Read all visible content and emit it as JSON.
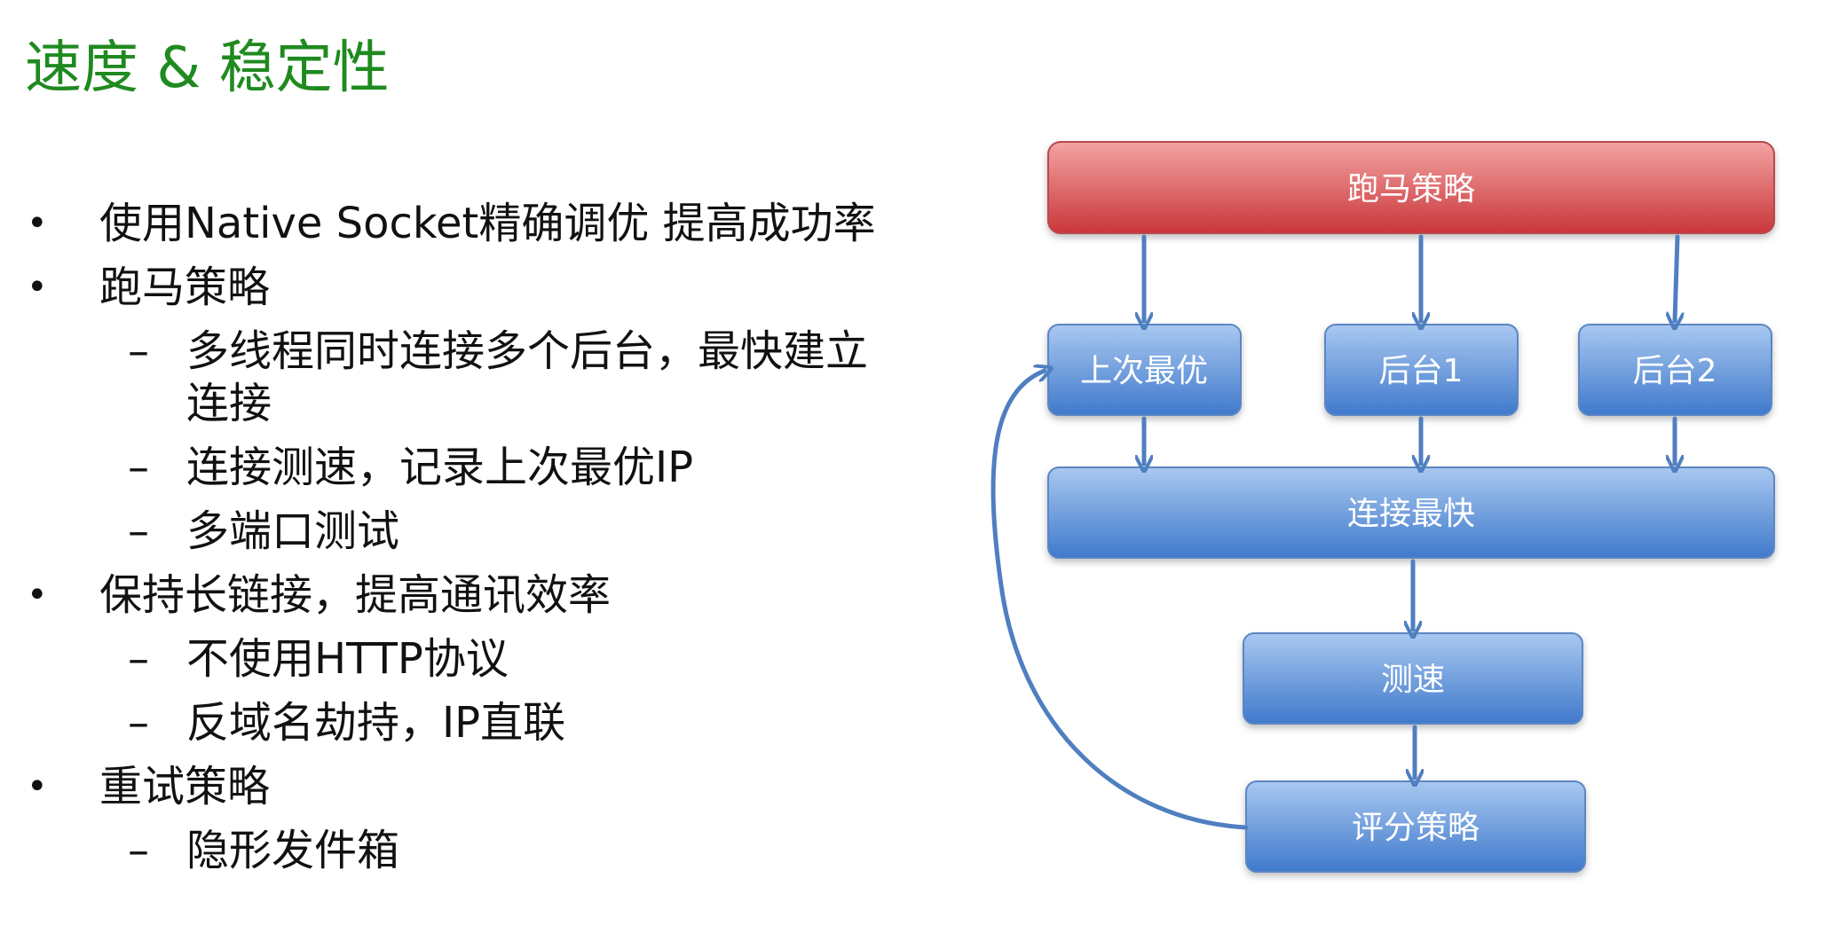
{
  "slide": {
    "title": "速度 & 稳定性"
  },
  "bullets": [
    {
      "level": 1,
      "marker": "•",
      "text": "使用Native Socket精确调优 提高成功率"
    },
    {
      "level": 1,
      "marker": "•",
      "text": "跑马策略"
    },
    {
      "level": 2,
      "marker": "–",
      "text": "多线程同时连接多个后台，最快建立"
    },
    {
      "level": 2,
      "marker": "",
      "text": "连接"
    },
    {
      "level": 2,
      "marker": "–",
      "text": "连接测速，记录上次最优IP"
    },
    {
      "level": 2,
      "marker": "–",
      "text": "多端口测试"
    },
    {
      "level": 1,
      "marker": "•",
      "text": "保持长链接，提高通讯效率"
    },
    {
      "level": 2,
      "marker": "–",
      "text": "不使用HTTP协议"
    },
    {
      "level": 2,
      "marker": "–",
      "text": "反域名劫持，IP直联"
    },
    {
      "level": 1,
      "marker": "•",
      "text": "重试策略"
    },
    {
      "level": 2,
      "marker": "–",
      "text": "隐形发件箱"
    }
  ],
  "diagram": {
    "nodes": {
      "race": "跑马策略",
      "last_best": "上次最优",
      "backend1": "后台1",
      "backend2": "后台2",
      "fastest": "连接最快",
      "speed_test": "测速",
      "scoring": "评分策略"
    },
    "colors": {
      "red_top": "#f4a3a3",
      "red_bottom": "#c9363a",
      "blue_top": "#a9c8f0",
      "blue_bottom": "#3f79cc",
      "border": "#5b86c4",
      "arrow": "#4f7fc0",
      "title_green": "#1f8a1f"
    }
  }
}
